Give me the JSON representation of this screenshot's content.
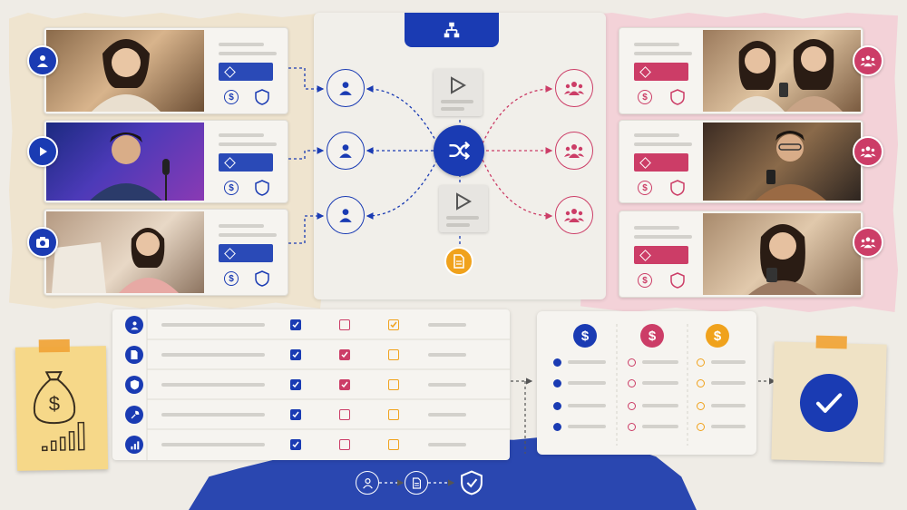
{
  "colors": {
    "blue": "#1a3bb3",
    "pink": "#cc3d67",
    "gold": "#f0a21c",
    "paper_cream": "#efe4cf",
    "paper_pink": "#f3d2d8",
    "note_yellow": "#f6d889"
  },
  "header": {
    "icon": "hierarchy-icon"
  },
  "creators": [
    {
      "badge_icon": "user-icon",
      "photo": "woman-holding-product-photo",
      "tag_icon": "tag-icon",
      "icons": [
        "dollar-icon",
        "shield-icon"
      ]
    },
    {
      "badge_icon": "play-icon",
      "photo": "man-podcasting-photo",
      "tag_icon": "tag-icon",
      "icons": [
        "dollar-icon",
        "shield-icon"
      ]
    },
    {
      "badge_icon": "camera-icon",
      "photo": "woman-showing-shirt-photo",
      "tag_icon": "tag-icon",
      "icons": [
        "dollar-icon",
        "shield-icon"
      ]
    }
  ],
  "audiences": [
    {
      "badge_icon": "group-icon",
      "photo": "two-women-with-phone-photo",
      "tag_icon": "tag-icon",
      "icons": [
        "dollar-icon",
        "shield-icon"
      ]
    },
    {
      "badge_icon": "group-icon",
      "photo": "man-with-phone-photo",
      "tag_icon": "tag-icon",
      "icons": [
        "dollar-icon",
        "shield-icon"
      ]
    },
    {
      "badge_icon": "group-icon",
      "photo": "woman-with-phone-photo",
      "tag_icon": "tag-icon",
      "icons": [
        "dollar-icon",
        "shield-icon"
      ]
    }
  ],
  "hub": {
    "center_icon": "shuffle-icon",
    "media_cards": [
      "video-card",
      "video-card"
    ],
    "document_icon": "document-icon"
  },
  "table_rows": [
    {
      "icon": "user-icon",
      "checks": [
        true,
        false,
        true
      ]
    },
    {
      "icon": "document-icon",
      "checks": [
        true,
        true,
        false
      ]
    },
    {
      "icon": "shield-check-icon",
      "checks": [
        true,
        true,
        false
      ]
    },
    {
      "icon": "wrench-icon",
      "checks": [
        true,
        false,
        false
      ]
    },
    {
      "icon": "bar-chart-icon",
      "checks": [
        true,
        false,
        false
      ]
    }
  ],
  "payout_columns": [
    {
      "color": "blue",
      "icon": "dollar-icon",
      "items": 4
    },
    {
      "color": "pink",
      "icon": "dollar-icon",
      "items": 4
    },
    {
      "color": "gold",
      "icon": "dollar-icon",
      "items": 4
    }
  ],
  "notes": {
    "left_icon": "money-bag-growth-icon",
    "right_icon": "check-circle-icon"
  },
  "footer_flow": [
    "user-icon",
    "document-icon",
    "shield-check-icon"
  ]
}
